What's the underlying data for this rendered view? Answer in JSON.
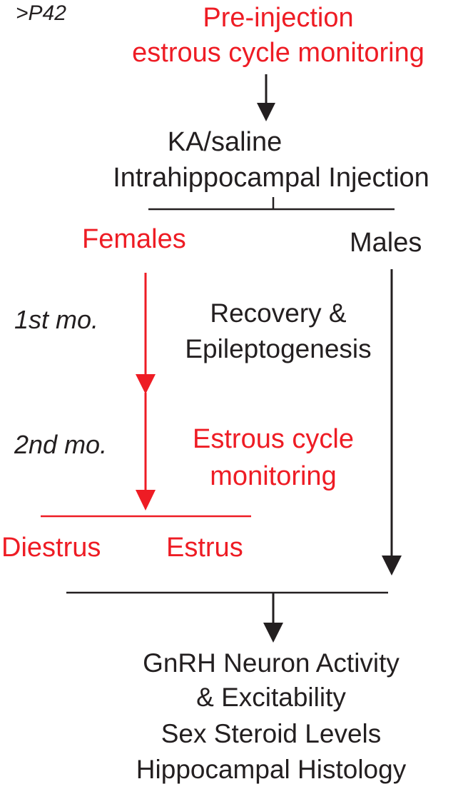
{
  "age": ">P42",
  "pre_injection": {
    "line1": "Pre-injection",
    "line2": "estrous cycle monitoring"
  },
  "injection": {
    "line1": "KA/saline",
    "line2": "Intrahippocampal Injection"
  },
  "groups": {
    "females": "Females",
    "males": "Males"
  },
  "month1": {
    "label": "1st mo.",
    "line1": "Recovery &",
    "line2": "Epileptogenesis"
  },
  "month2": {
    "label": "2nd mo.",
    "line1": "Estrous cycle",
    "line2": "monitoring"
  },
  "stages": {
    "diestrus": "Diestrus",
    "estrus": "Estrus"
  },
  "outcomes": [
    "GnRH Neuron Activity",
    "& Excitability",
    "Sex Steroid Levels",
    "Hippocampal Histology"
  ],
  "colors": {
    "red": "#ee1c24",
    "dark": "#231f20"
  }
}
